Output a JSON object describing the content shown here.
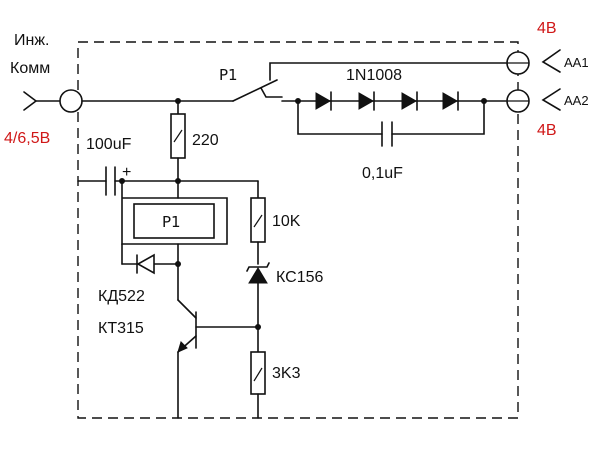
{
  "labels": {
    "injector_line1": "Инж.",
    "injector_line2": "Комм",
    "input_voltage": "4/6,5В",
    "relay_contact": "P1",
    "relay_coil": "P1",
    "diode_chain": "1N1008",
    "cap_small": "0,1uF",
    "cap_large": "100uF",
    "res_top": "220",
    "res_mid": "10K",
    "res_bottom": "3K3",
    "zener": "КС156",
    "diode": "КД522",
    "transistor": "КТ315",
    "out1_voltage": "4В",
    "out1_name": "AA1",
    "out2_voltage": "4В",
    "out2_name": "AA2",
    "polarity": "+"
  },
  "colors": {
    "ink": "#111111",
    "voltage_label": "#d01818",
    "background": "#ffffff"
  }
}
